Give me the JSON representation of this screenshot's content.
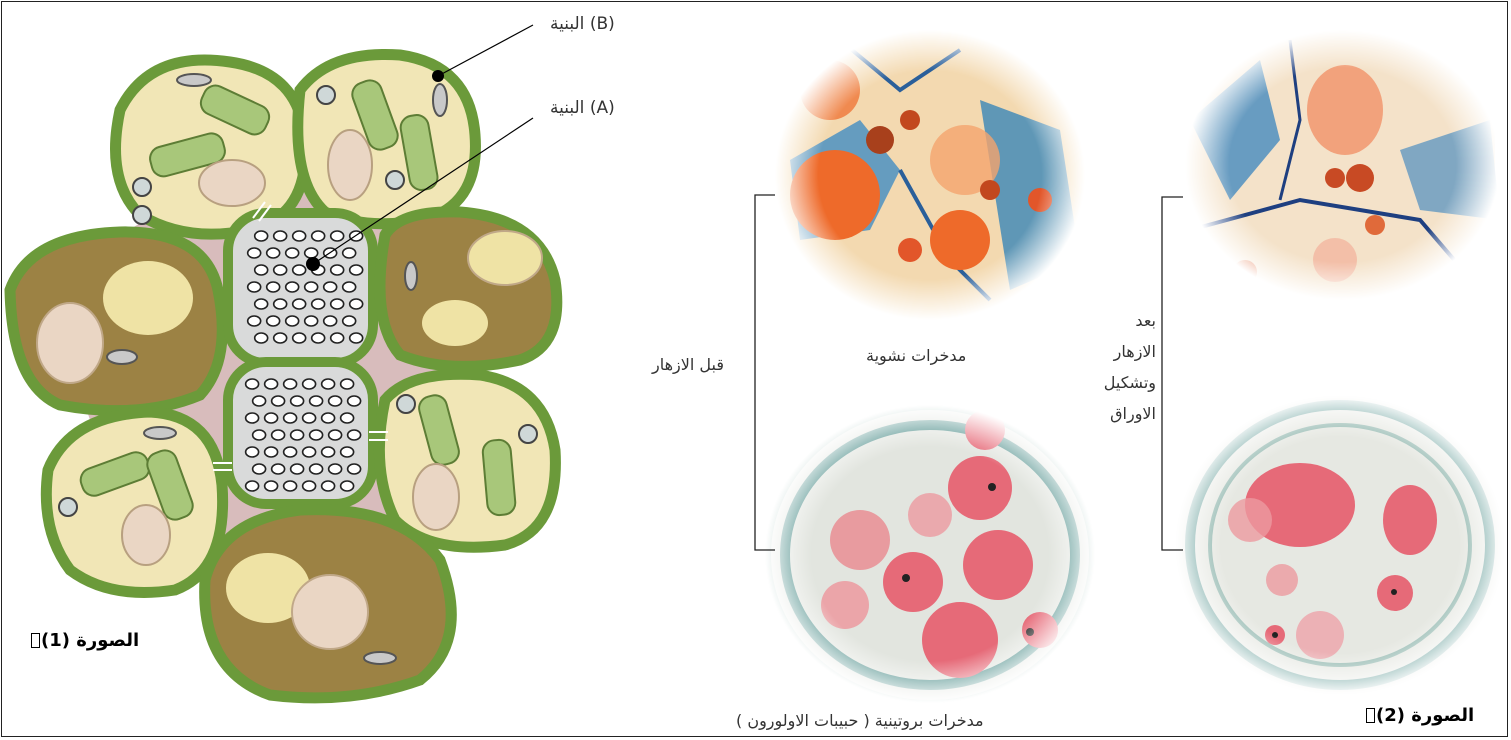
{
  "labels": {
    "structure_b": "البنية (B)",
    "structure_a": "البنية (A)",
    "figure1": "الصورة (1)",
    "figure2": "الصورة (2)",
    "starch_reserves": "مدخرات نشوية",
    "protein_reserves": "مدخرات بروتينية ( حبيبات الاولورون )",
    "before_flowering": "قبل الازهار",
    "after_line1": "بعد",
    "after_line2": "الازهار",
    "after_line3": "وتشكيل",
    "after_line4": "الاوراق"
  },
  "colors": {
    "cell_wall": "#6f9a3c",
    "cytoplasm_light": "#f1e6b6",
    "cytoplasm_dark": "#9e8446",
    "background_tissue": "#d9bcbc",
    "stain_orange": "#ee6a2a",
    "stain_blue": "#3a86b8",
    "stain_pink": "#e66a78",
    "stain_teal": "#2e7c78"
  }
}
